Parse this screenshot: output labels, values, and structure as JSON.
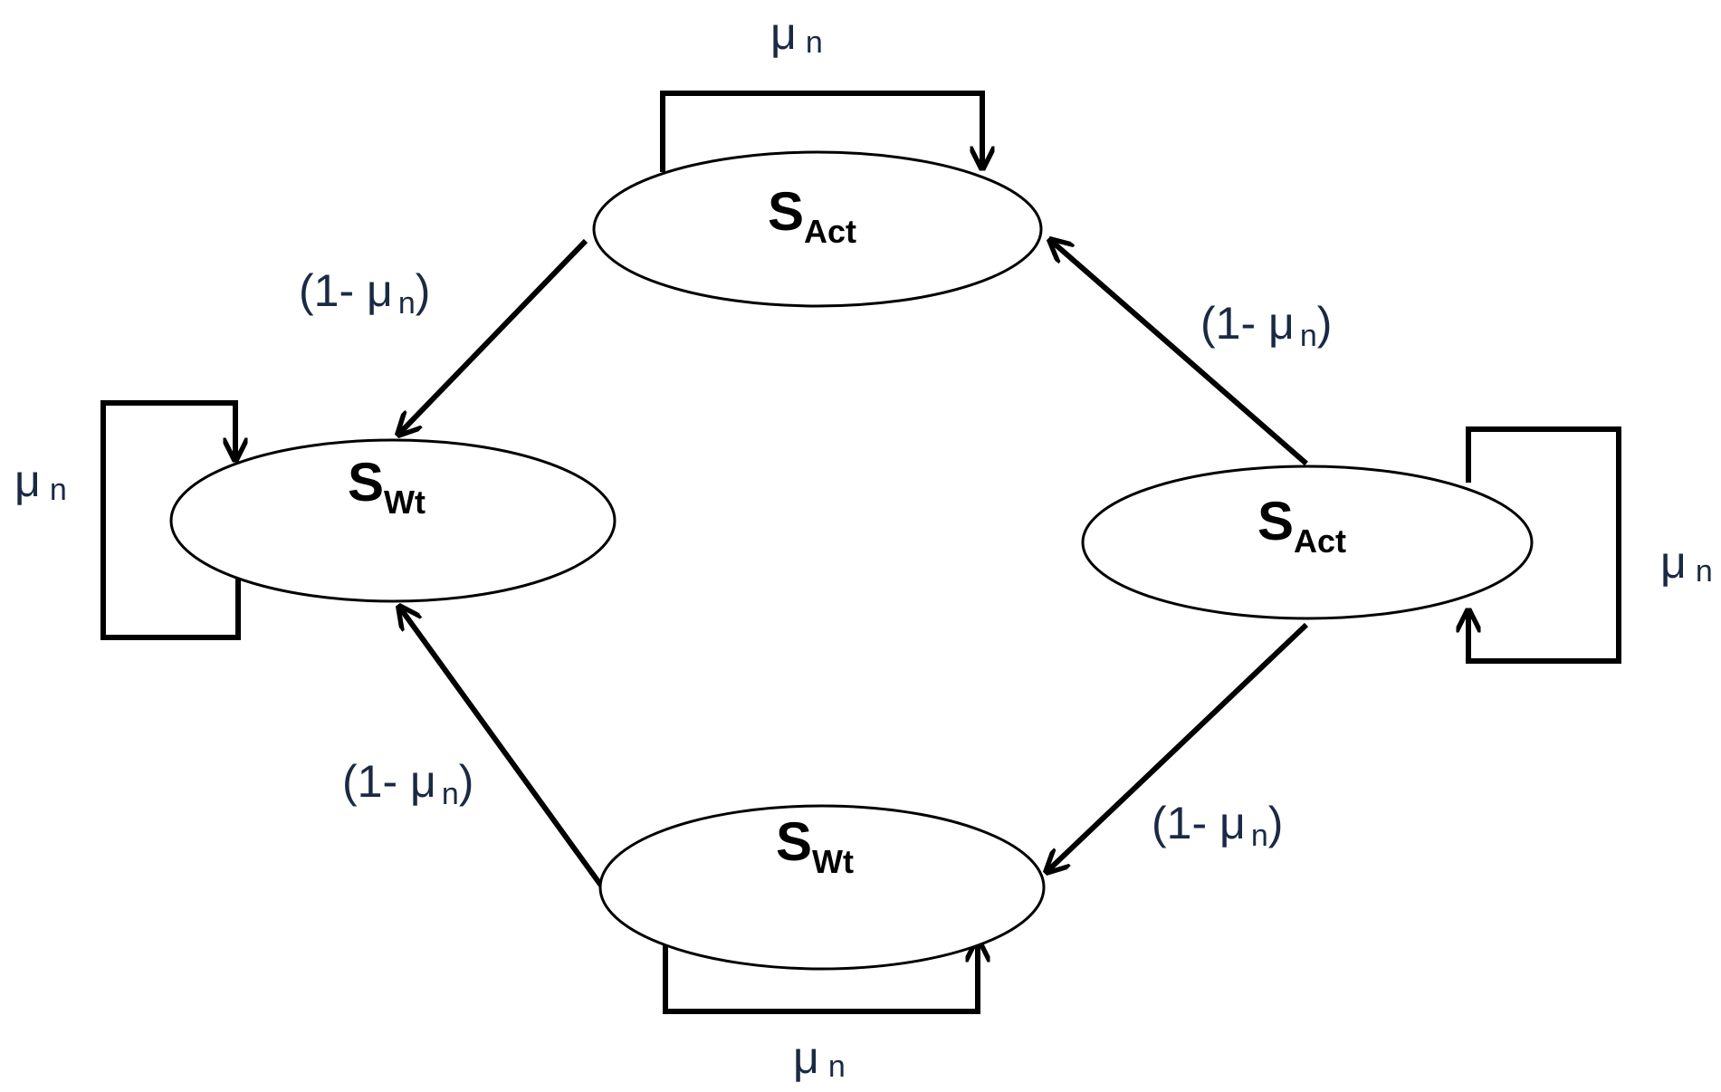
{
  "states": [
    {
      "id": "top",
      "symbol": "S",
      "subscript": "Act"
    },
    {
      "id": "left",
      "symbol": "S",
      "subscript": "Wt"
    },
    {
      "id": "right",
      "symbol": "S",
      "subscript": "Act"
    },
    {
      "id": "bottom",
      "symbol": "S",
      "subscript": "Wt"
    }
  ],
  "labels": {
    "self_top": {
      "main": "μ",
      "sub": "n"
    },
    "self_left": {
      "main": "μ",
      "sub": "n"
    },
    "self_right": {
      "main": "μ",
      "sub": "n"
    },
    "self_bottom": {
      "main": "μ",
      "sub": "n"
    },
    "top_to_left": {
      "prefix": "(1- μ",
      "sub": "n",
      "suffix": ")"
    },
    "right_to_top": {
      "prefix": "(1- μ",
      "sub": "n",
      "suffix": ")"
    },
    "bottom_to_left": {
      "prefix": "(1- μ",
      "sub": "n",
      "suffix": ")"
    },
    "right_to_bottom": {
      "prefix": "(1- μ",
      "sub": "n",
      "suffix": ")"
    }
  },
  "colors": {
    "line": "#000000",
    "label_text": "#1a2a44",
    "background": "#ffffff"
  }
}
